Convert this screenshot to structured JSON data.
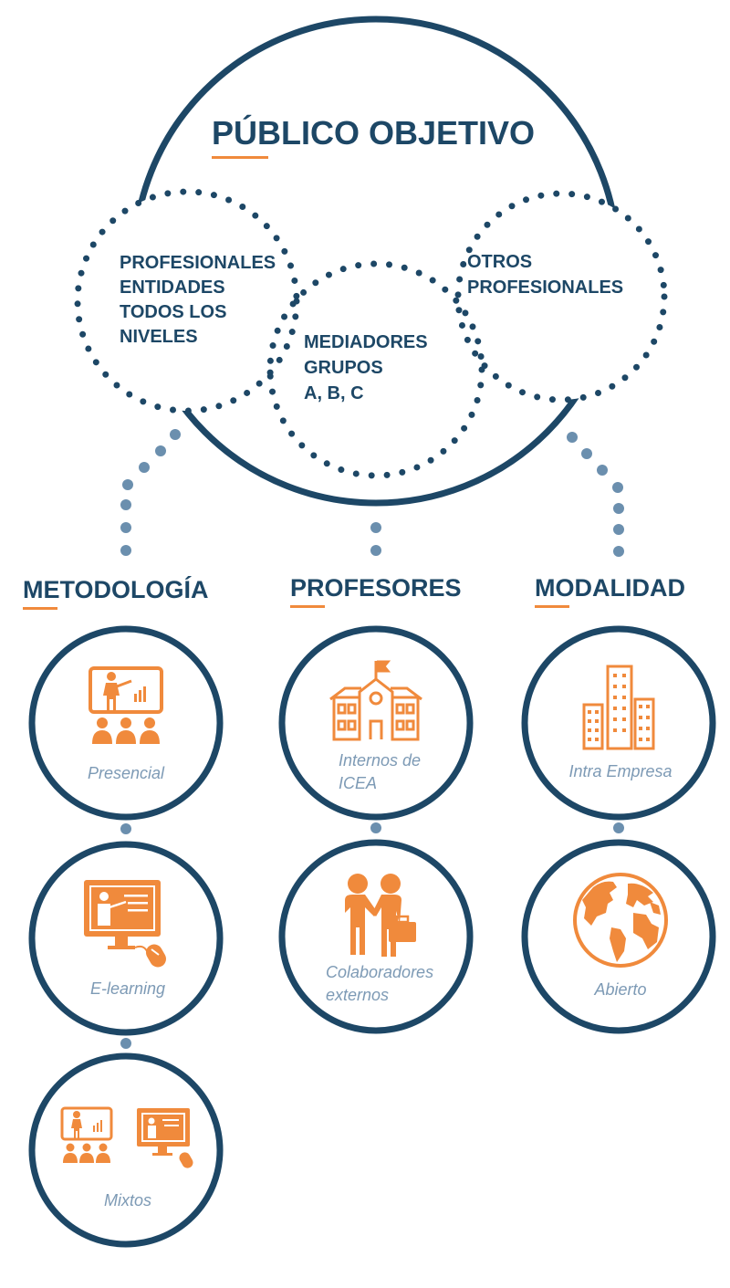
{
  "title": "PÚBLICO OBJETIVO",
  "groups": {
    "left": [
      "PROFESIONALES",
      "ENTIDADES",
      "TODOS LOS",
      "NIVELES"
    ],
    "center": [
      "MEDIADORES",
      "GRUPOS",
      "A, B, C"
    ],
    "right": [
      "OTROS",
      "PROFESIONALES"
    ]
  },
  "columns": {
    "metodologia": {
      "heading": "METODOLOGÍA",
      "items": [
        {
          "label": "Presencial",
          "icon": "classroom-icon"
        },
        {
          "label": "E-learning",
          "icon": "elearning-icon"
        },
        {
          "label": "Mixtos",
          "icon": "blended-icon"
        }
      ]
    },
    "profesores": {
      "heading": "PROFESORES",
      "items": [
        {
          "label_lines": [
            "Internos de",
            "ICEA"
          ],
          "icon": "school-building-icon"
        },
        {
          "label_lines": [
            "Colaboradores",
            "externos"
          ],
          "icon": "handshake-icon"
        }
      ]
    },
    "modalidad": {
      "heading": "MODALIDAD",
      "items": [
        {
          "label": "Intra Empresa",
          "icon": "office-buildings-icon"
        },
        {
          "label": "Abierto",
          "icon": "globe-icon"
        }
      ]
    }
  },
  "colors": {
    "navy": "#1d4766",
    "orange": "#f08a3c",
    "dot_blue": "#6b8fae",
    "label_blue": "#7d9ab5"
  }
}
